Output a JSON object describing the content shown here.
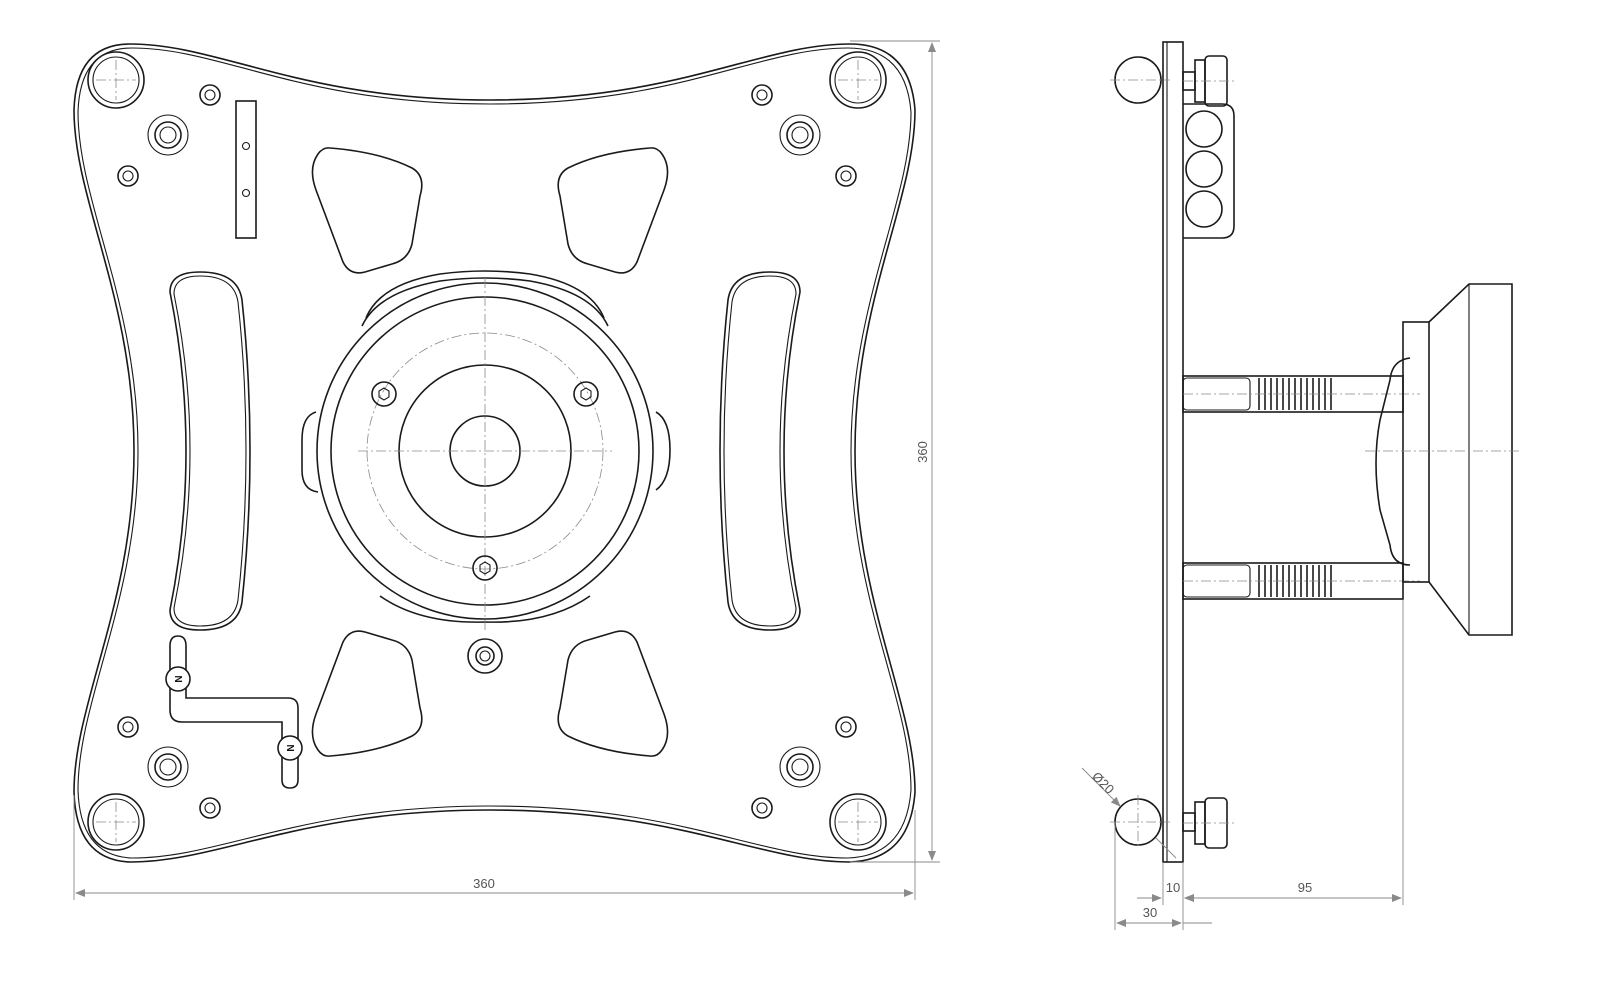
{
  "dimensions": {
    "front_width": "360",
    "front_height": "360",
    "side_plate_thickness": "10",
    "side_standoff": "95",
    "side_ball_offset": "30",
    "ball_diameter": "Ø20"
  },
  "magnet_markers": [
    "N",
    "N"
  ],
  "colors": {
    "line": "#1a1a1a",
    "dimension": "#8a8a8a",
    "background": "#ffffff"
  }
}
